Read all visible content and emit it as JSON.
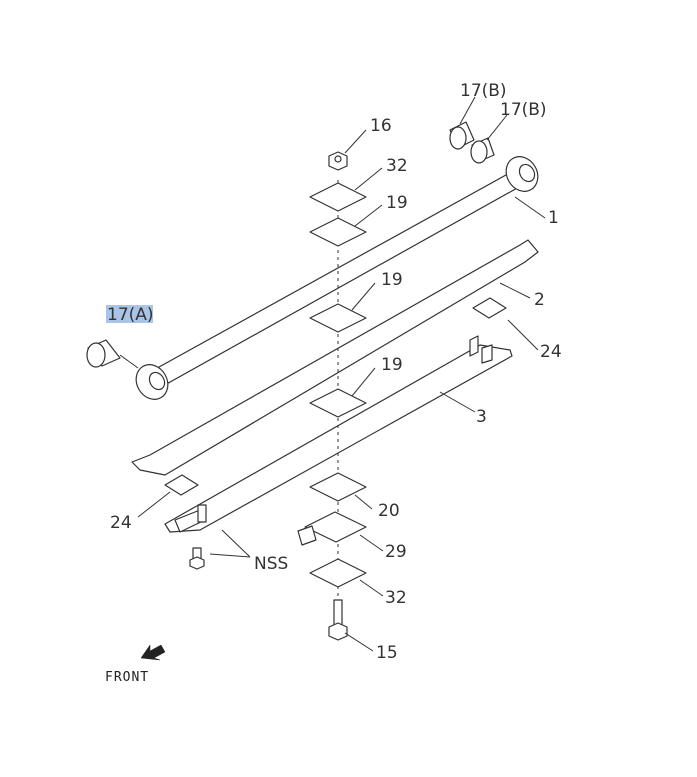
{
  "labels": {
    "p1": "1",
    "p2": "2",
    "p3": "3",
    "p15": "15",
    "p16": "16",
    "p17a": "17(A)",
    "p17b_1": "17(B)",
    "p17b_2": "17(B)",
    "p19_1": "19",
    "p19_2": "19",
    "p19_3": "19",
    "p20": "20",
    "p24_right": "24",
    "p24_left": "24",
    "p29": "29",
    "p32_top": "32",
    "p32_bottom": "32",
    "nss": "NSS",
    "front": "FRONT"
  },
  "colors": {
    "line": "#333333",
    "highlight": "#a9c4e6"
  }
}
